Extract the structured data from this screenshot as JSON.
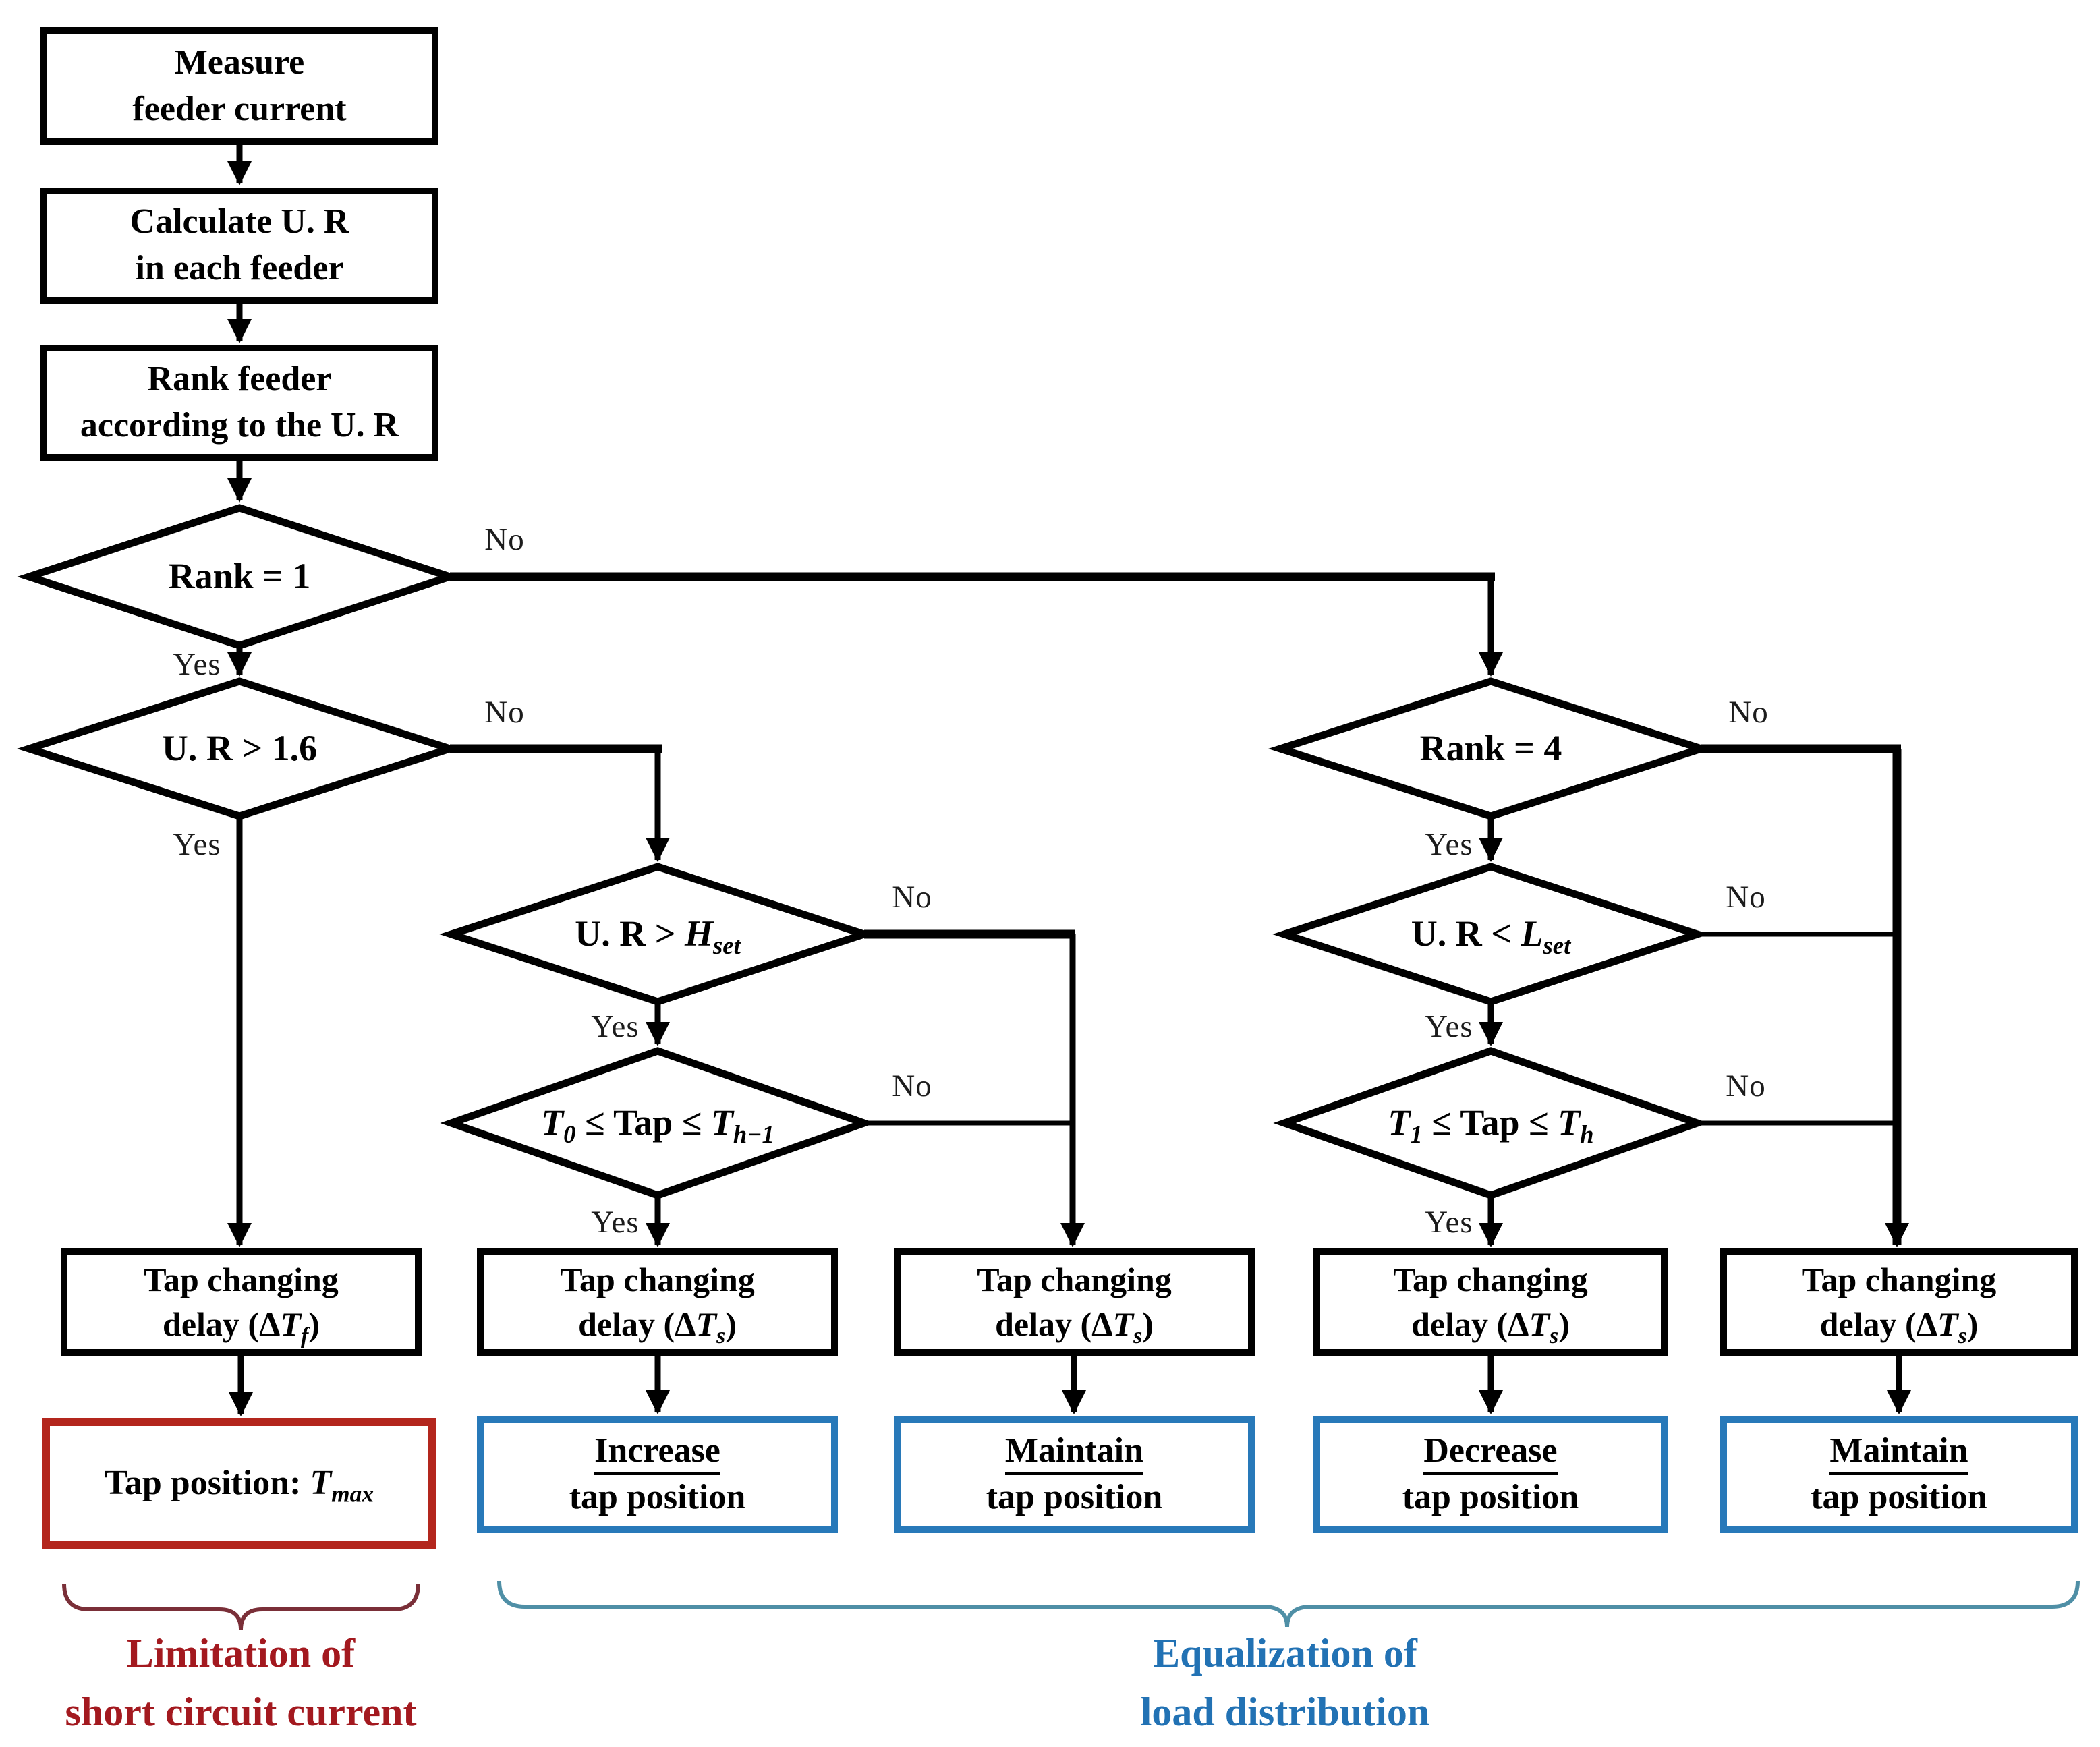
{
  "labels": {
    "yes": "Yes",
    "no": "No"
  },
  "process": {
    "measure": {
      "line1": "Measure",
      "line2": "feeder current"
    },
    "calculate": {
      "line1": "Calculate U. R",
      "line2": "in each feeder"
    },
    "rank": {
      "line1": "Rank feeder",
      "line2": "according to the U. R"
    },
    "delay_f": {
      "line1": "Tap changing",
      "line2_pre": "delay (Δ",
      "var": "T",
      "sub": "f",
      "line2_post": ")"
    },
    "delay_s": {
      "line1": "Tap changing",
      "line2_pre": "delay (Δ",
      "var": "T",
      "sub": "s",
      "line2_post": ")"
    }
  },
  "decisions": {
    "rank1": {
      "text": "Rank = 1"
    },
    "ur16": {
      "text": "U. R > 1.6"
    },
    "hset": {
      "pre": "U. R > ",
      "var": "H",
      "sub": "set"
    },
    "t0": {
      "var1": "T",
      "sub1": "0",
      "mid": " ≤ Tap ≤ ",
      "var2": "T",
      "sub2": "h−1"
    },
    "rank4": {
      "text": "Rank = 4"
    },
    "lset": {
      "pre": "U. R < ",
      "var": "L",
      "sub": "set"
    },
    "t1": {
      "var1": "T",
      "sub1": "1",
      "mid": " ≤ Tap ≤ ",
      "var2": "T",
      "sub2": "h"
    }
  },
  "outcomes": {
    "tmax": {
      "pre": "Tap position: ",
      "var": "T",
      "sub": "max"
    },
    "increase": {
      "word": "Increase",
      "line2": "tap position"
    },
    "maintain": {
      "word": "Maintain",
      "line2": "tap position"
    },
    "decrease": {
      "word": "Decrease",
      "line2": "tap position"
    }
  },
  "captions": {
    "red": {
      "line1": "Limitation of",
      "line2": "short circuit current"
    },
    "blue": {
      "line1": "Equalization of",
      "line2": "load distribution"
    }
  },
  "colors": {
    "line": "#000000",
    "red_border": "#b3261d",
    "red_text": "#a3191f",
    "red_brace": "#7a2f38",
    "blue_border": "#2879b9",
    "blue_text": "#2272b4",
    "blue_brace": "#4f8fa6"
  }
}
